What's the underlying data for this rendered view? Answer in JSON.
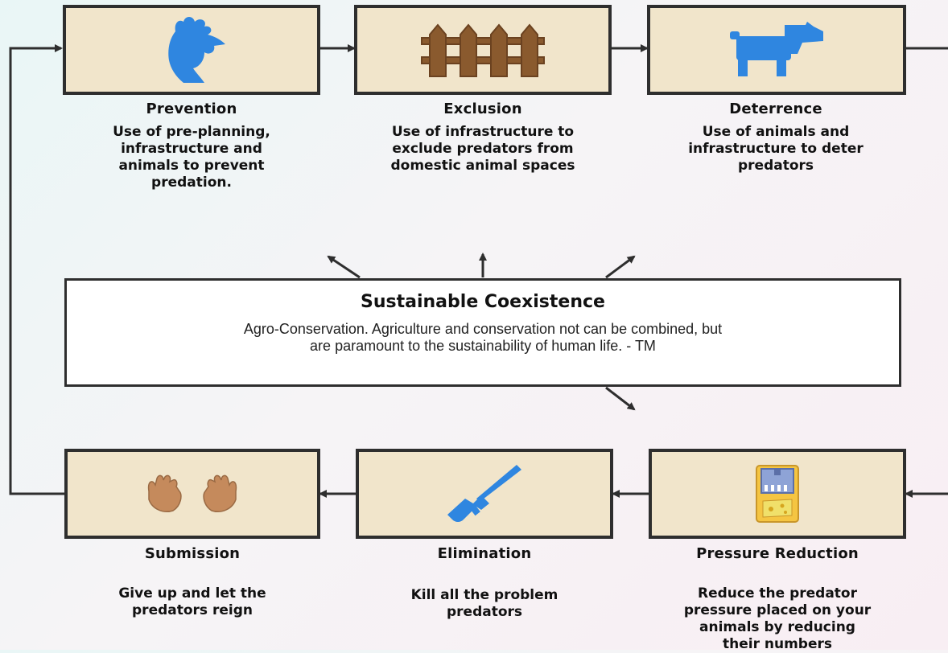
{
  "colors": {
    "box_fill": "#f1e5cb",
    "box_border": "#2e2e2e",
    "icon_blue": "#2f86e0",
    "fence_brown": "#8a5a2e",
    "hands_tan": "#c58a5c",
    "trap_yellow": "#f5c542"
  },
  "top_row": [
    {
      "icon": "rooster-icon",
      "title": "Prevention",
      "lines": [
        "Use of pre-planning,",
        "infrastructure and",
        "animals to prevent",
        "predation."
      ]
    },
    {
      "icon": "fence-icon",
      "title": "Exclusion",
      "lines": [
        "Use of infrastructure to",
        "exclude predators from",
        "domestic animal spaces"
      ]
    },
    {
      "icon": "dog-icon",
      "title": "Deterrence",
      "lines": [
        "Use of animals and",
        "infrastructure to deter",
        "predators"
      ]
    }
  ],
  "center": {
    "title": "Sustainable Coexistence",
    "lines": [
      "Agro-Conservation. Agriculture and conservation not can be combined, but",
      "are paramount to the sustainability of human life. - TM"
    ]
  },
  "bottom_row": [
    {
      "icon": "raised-hands-icon",
      "title": "Submission",
      "lines": [
        "Give up and let the",
        "predators reign"
      ]
    },
    {
      "icon": "rifle-icon",
      "title": "Elimination",
      "lines": [
        "Kill all the problem",
        "predators"
      ]
    },
    {
      "icon": "trap-icon",
      "title": "Pressure Reduction",
      "lines": [
        "Reduce the predator",
        "pressure placed on your",
        "animals by reducing",
        "their numbers"
      ]
    }
  ]
}
